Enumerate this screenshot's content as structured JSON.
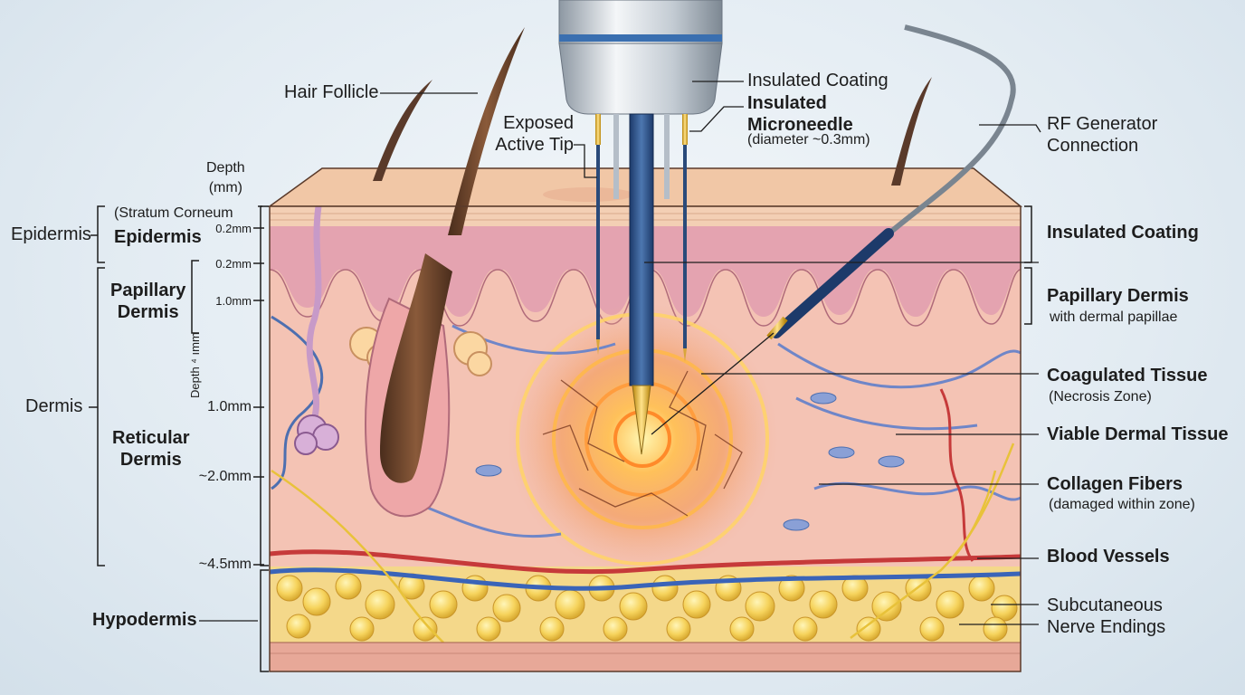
{
  "depth_scale": {
    "heading_line1": "Depth",
    "heading_line2": "(mm)",
    "side_label": "Depth ⁴ ımm",
    "ticks": [
      "0.2mm",
      "0.2mm",
      "1.0mm",
      "1.0mm",
      "~2.0mm",
      "~4.5mm"
    ]
  },
  "left_labels": {
    "epidermis": "Epidermis",
    "stratum_corneum": "(Stratum Corneum",
    "epidermis_inner": "Epidermis",
    "papillary_line1": "Papillary",
    "papillary_line2": "Dermis",
    "dermis": "Dermis",
    "reticular_line1": "Reticular",
    "reticular_line2": "Dermis",
    "hypodermis": "Hypodermis",
    "hair_follicle": "Hair Follicle",
    "exposed_line1": "Exposed",
    "exposed_line2": "Active Tip"
  },
  "top_labels": {
    "insulated_coating": "Insulated Coating",
    "insulated_microneedle_line1": "Insulated",
    "insulated_microneedle_line2": "Microneedle",
    "diameter": "(diameter ~0.3mm)"
  },
  "right_labels": {
    "rf_line1": "RF Generator",
    "rf_line2": "Connection",
    "insulated_coating": "Insulated Coating",
    "papillary_dermis": "Papillary Dermis",
    "papillae": "with dermal papillae",
    "coagulated": "Coagulated Tissue",
    "necrosis": "(Necrosis Zone)",
    "viable": "Viable Dermal Tissue",
    "collagen": "Collagen Fibers",
    "damaged": "(damaged within zone)",
    "blood": "Blood Vessels",
    "subcutaneous": "Subcutaneous",
    "nerve": "Nerve Endings"
  }
}
